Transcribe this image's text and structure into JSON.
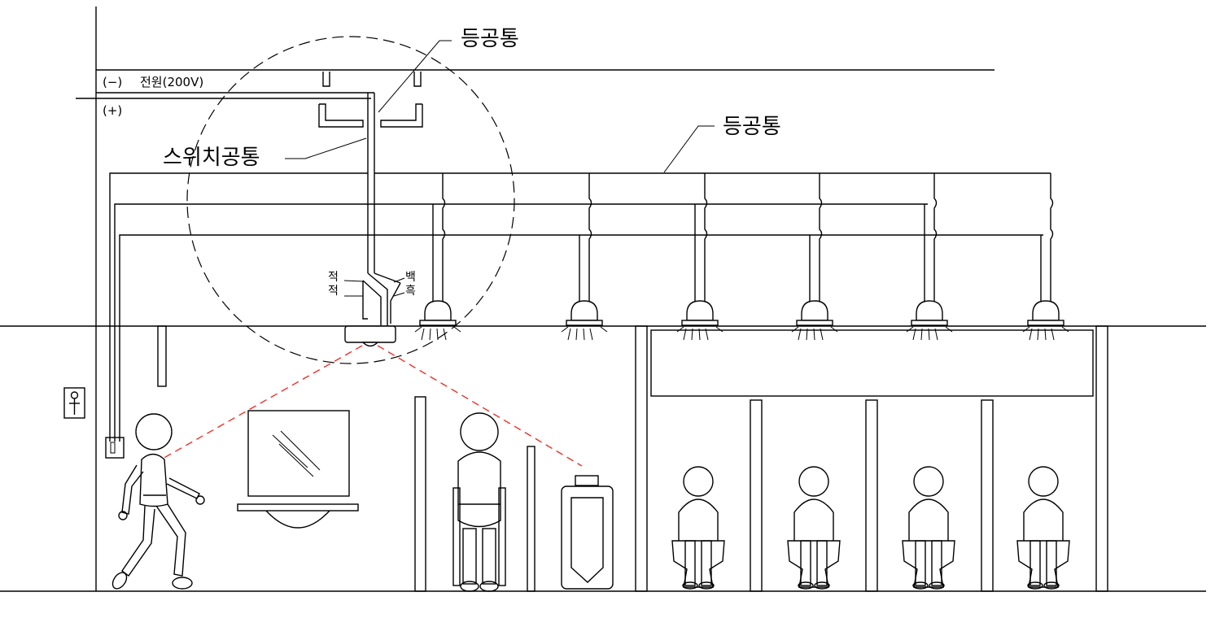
{
  "labels": {
    "conduit_top": "등공통",
    "conduit_right": "등공통",
    "switch_common": "스위치공통",
    "power_minus": "(−)",
    "power_label": "전원(200V)",
    "power_plus": "(+)",
    "wire_red_1": "적",
    "wire_red_2": "적",
    "wire_white": "백",
    "wire_black": "흑"
  },
  "colors": {
    "line": "#000000",
    "sensor_beam": "#e8322a",
    "background": "#ffffff"
  },
  "icons": {
    "restroom_sign": "person-sign-icon",
    "wall_switch": "switch-box-icon"
  }
}
